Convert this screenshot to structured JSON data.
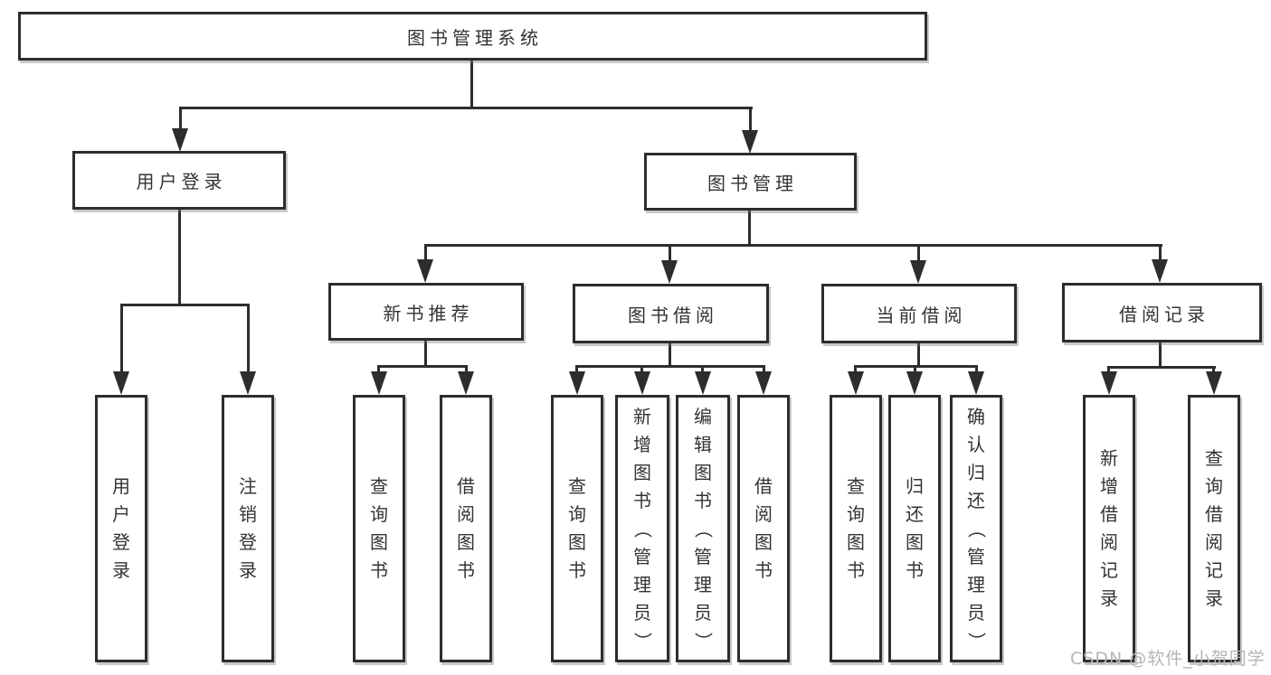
{
  "diagram": {
    "root": {
      "label": "图书管理系统"
    },
    "branches": [
      {
        "label": "用户登录",
        "children": [
          {
            "label": "用户登录"
          },
          {
            "label": "注销登录"
          }
        ]
      },
      {
        "label": "图书管理",
        "groups": [
          {
            "label": "新书推荐",
            "children": [
              {
                "label": "查询图书"
              },
              {
                "label": "借阅图书"
              }
            ]
          },
          {
            "label": "图书借阅",
            "children": [
              {
                "label": "查询图书"
              },
              {
                "label": "新增图书（管理员）"
              },
              {
                "label": "编辑图书（管理员）"
              },
              {
                "label": "借阅图书"
              }
            ]
          },
          {
            "label": "当前借阅",
            "children": [
              {
                "label": "查询图书"
              },
              {
                "label": "归还图书"
              },
              {
                "label": "确认归还（管理员）"
              }
            ]
          },
          {
            "label": "借阅记录",
            "children": [
              {
                "label": "新增借阅记录"
              },
              {
                "label": "查询借阅记录"
              }
            ]
          }
        ]
      }
    ]
  },
  "watermark": "CSDN @软件_小贺同学",
  "colors": {
    "line": "#2d2d2d",
    "box_background": "#ffffff",
    "text": "#333333",
    "watermark": "#b5b5b5"
  }
}
